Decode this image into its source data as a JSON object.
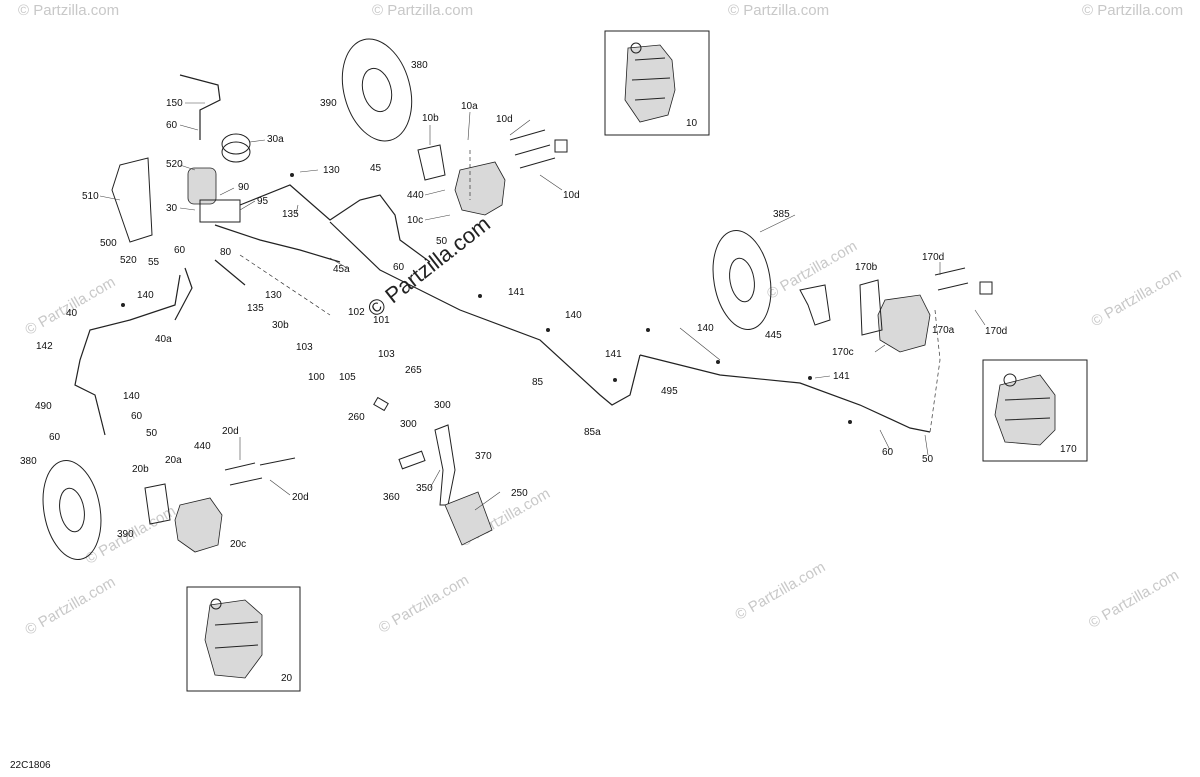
{
  "watermark": {
    "main": "© Partzilla.com",
    "repeat": "© Partzilla.com"
  },
  "drawing_code": "22C1806",
  "insets": {
    "caliper_10": "10",
    "caliper_170": "170",
    "caliper_20": "20"
  },
  "callouts": {
    "c150": "150",
    "c60_top": "60",
    "c30a": "30a",
    "c520_top": "520",
    "c510": "510",
    "c90": "90",
    "c30": "30",
    "c95": "95",
    "c500": "500",
    "c520_bot": "520",
    "c55": "55",
    "c60_mid": "60",
    "c80": "80",
    "c135_top": "135",
    "c130_top": "130",
    "c45": "45",
    "c45a": "45a",
    "c130_mid": "130",
    "c135_mid": "135",
    "c140_left": "140",
    "c40": "40",
    "c40a": "40a",
    "c142": "142",
    "c140_low": "140",
    "c490": "490",
    "c60_low": "60",
    "c60_low2": "60",
    "c50_low": "50",
    "c30b": "30b",
    "c102": "102",
    "c101": "101",
    "c103_a": "103",
    "c103_b": "103",
    "c100": "100",
    "c105": "105",
    "c380_top": "380",
    "c390_top": "390",
    "c10b": "10b",
    "c10a": "10a",
    "c10d_top": "10d",
    "c440_top": "440",
    "c10c": "10c",
    "c10d_bot": "10d",
    "c50_mid": "50",
    "c60_mid2": "60",
    "c141_a": "141",
    "c140_mid": "140",
    "c85": "85",
    "c141_b": "141",
    "c495": "495",
    "c85a": "85a",
    "c140_right": "140",
    "c141_c": "141",
    "c385": "385",
    "c170b": "170b",
    "c170d_top": "170d",
    "c445": "445",
    "c170a": "170a",
    "c170d_bot": "170d",
    "c170c": "170c",
    "c60_right": "60",
    "c50_right": "50",
    "c265": "265",
    "c260": "260",
    "c300_a": "300",
    "c300_b": "300",
    "c370": "370",
    "c360": "360",
    "c350": "350",
    "c250": "250",
    "c380_bot": "380",
    "c390_bot": "390",
    "c440_bot": "440",
    "c20d_top": "20d",
    "c20a": "20a",
    "c20b": "20b",
    "c20d_bot": "20d",
    "c20c": "20c"
  }
}
